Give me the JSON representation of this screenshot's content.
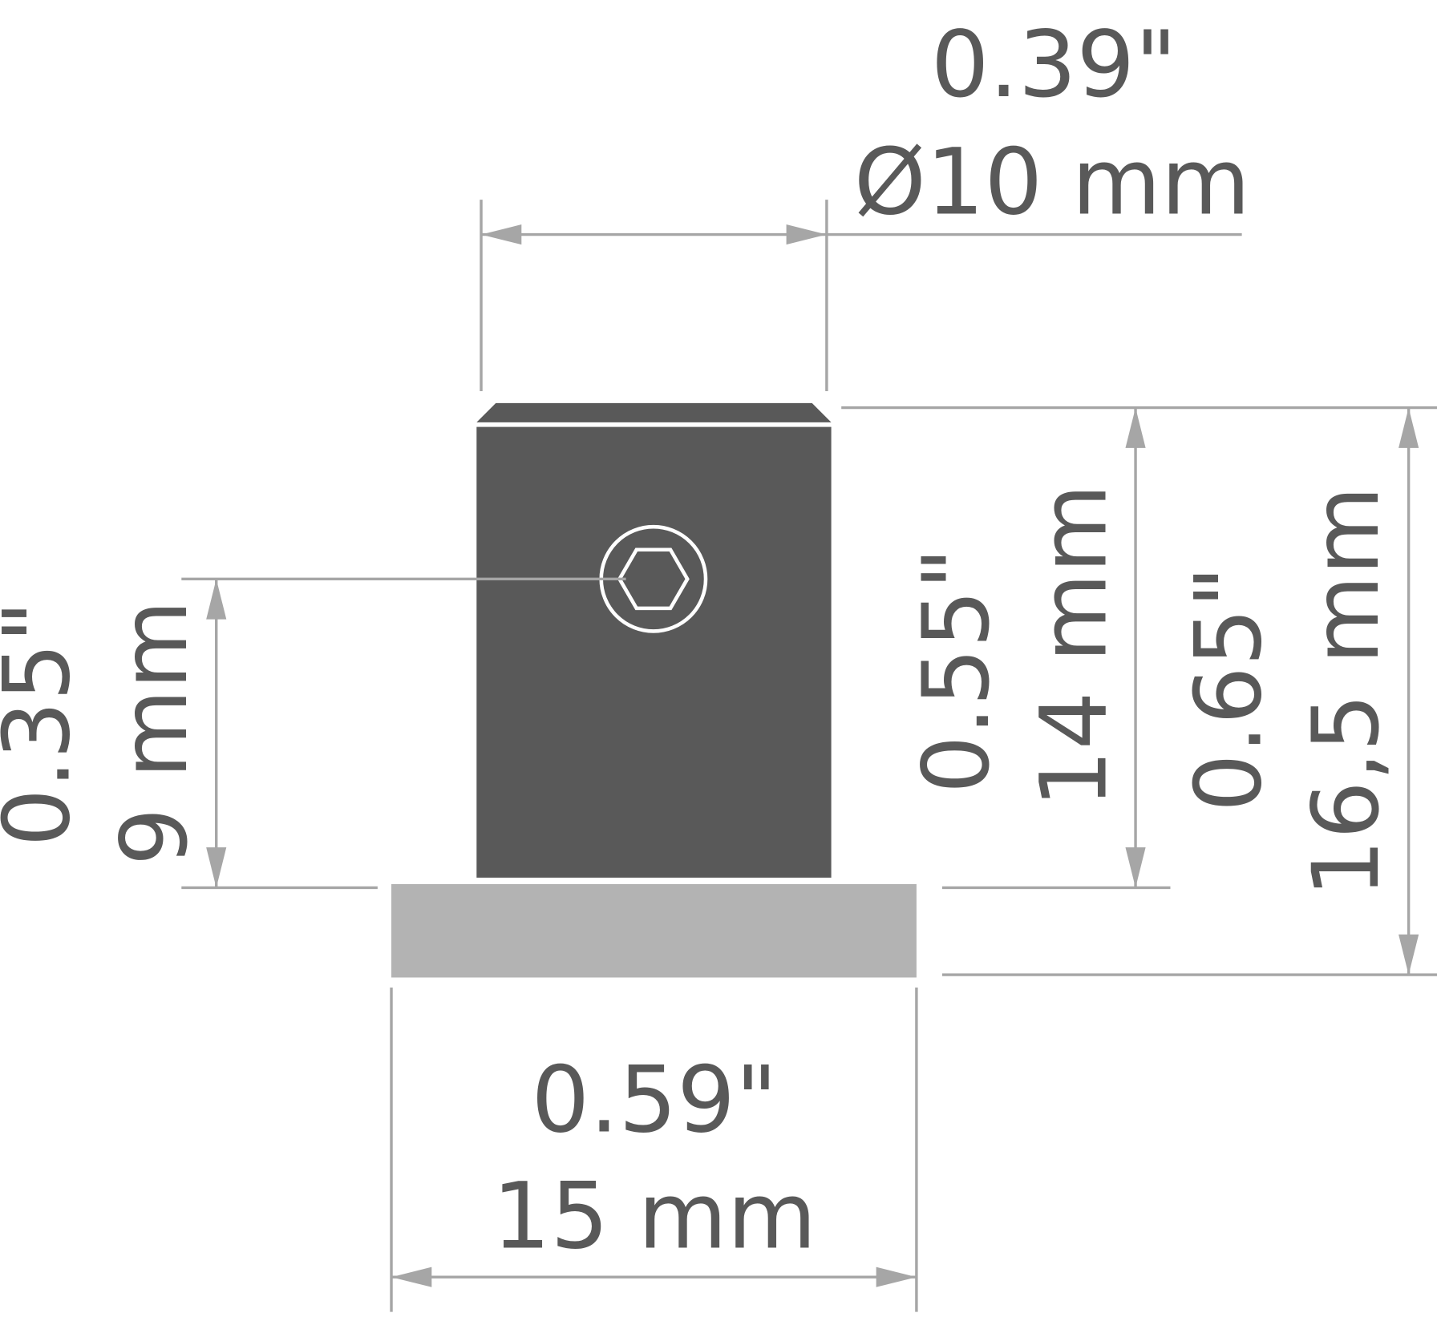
{
  "dimensions": {
    "diameter": {
      "imperial": "0.39\"",
      "metric": "Ø10 mm"
    },
    "hole_height": {
      "imperial": "0.35\"",
      "metric": "9 mm"
    },
    "body_height": {
      "imperial": "0.55\"",
      "metric": "14 mm"
    },
    "total_height": {
      "imperial": "0.65\"",
      "metric": "16,5 mm"
    },
    "base_width": {
      "imperial": "0.59\"",
      "metric": "15 mm"
    }
  },
  "colors": {
    "body": "#595959",
    "base": "#b3b3b3",
    "dimension_lines": "#a6a6a6",
    "text": "#595959"
  }
}
